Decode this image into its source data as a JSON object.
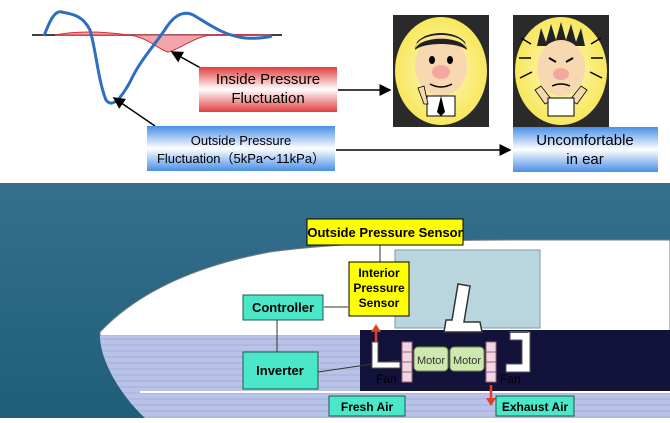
{
  "top": {
    "inside_label_line1": "Inside Pressure",
    "inside_label_line2": "Fluctuation",
    "outside_label_line1": "Outside Pressure",
    "outside_label_line2": "Fluctuation（5kPa～11kPa）",
    "result_line1": "Uncomfortable",
    "result_line2": "in ear",
    "face_normal": "calm-man-illustration",
    "face_pain": "ear-pain-man-illustration"
  },
  "bottom": {
    "outside_sensor": "Outside Pressure Sensor",
    "interior_sensor_line1": "Interior",
    "interior_sensor_line2": "Pressure",
    "interior_sensor_line3": "Sensor",
    "controller": "Controller",
    "inverter": "Inverter",
    "motor_left": "Motor",
    "motor_right": "Motor",
    "fan_left": "Fan",
    "fan_right": "Fan",
    "fresh_air": "Fresh Air",
    "exhaust_air": "Exhaust Air"
  },
  "colors": {
    "bottom_bg": "#2a6c87",
    "label_yellow": "#ffff00",
    "label_teal": "#4ae8c8",
    "outside_curve": "#2f6dc0",
    "inside_fill": "#e58a92",
    "arrow_red": "#e23d2a"
  }
}
